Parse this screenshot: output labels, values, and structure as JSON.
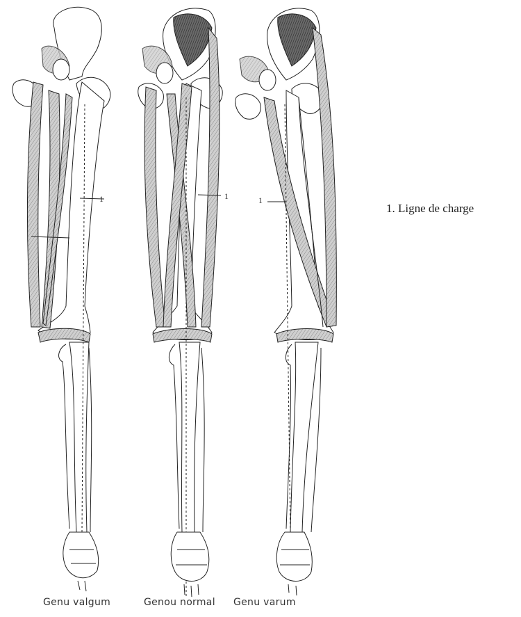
{
  "legend": {
    "text": "1. Ligne de charge"
  },
  "pointer_number": "1",
  "panels": [
    {
      "caption": "Genu valgum",
      "icon": "leg-skeleton-valgum-icon"
    },
    {
      "caption": "Genou normal",
      "icon": "leg-skeleton-normal-icon"
    },
    {
      "caption": "Genu varum",
      "icon": "leg-skeleton-varum-icon"
    }
  ],
  "colors": {
    "line": "#222222",
    "muscle_fill": "#bdbdbd",
    "muscle_dark": "#5a5a5a",
    "bone": "#ffffff"
  }
}
